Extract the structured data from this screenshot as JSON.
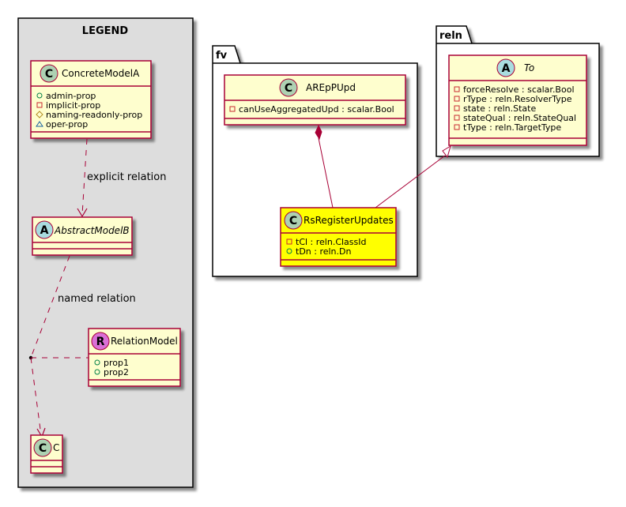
{
  "colors": {
    "class_fill": "#FEFECE",
    "class_border": "#A80036",
    "highlight_fill": "#FFFF00",
    "legend_fill": "#DDDDDD",
    "circle_class": "#ADD1B2",
    "circle_abstract": "#A9DCDF",
    "circle_relation": "#DA70D6",
    "vis_public": "#038048",
    "vis_private": "#C82930",
    "vis_protected": "#B38D22",
    "vis_package": "#1963A0"
  },
  "legend": {
    "title": "LEGEND",
    "classes": {
      "concrete": {
        "stereotype": "C",
        "name": "ConcreteModelA",
        "attributes": [
          {
            "visibility": "public",
            "text": "admin-prop"
          },
          {
            "visibility": "private",
            "text": "implicit-prop"
          },
          {
            "visibility": "protected",
            "text": "naming-readonly-prop"
          },
          {
            "visibility": "package",
            "text": "oper-prop"
          }
        ]
      },
      "abstract": {
        "stereotype": "A",
        "name": "AbstractModelB",
        "attributes": []
      },
      "relation": {
        "stereotype": "R",
        "name": "RelationModel",
        "attributes": [
          {
            "visibility": "public",
            "text": "prop1"
          },
          {
            "visibility": "public",
            "text": "prop2"
          }
        ]
      },
      "c": {
        "stereotype": "C",
        "name": "C",
        "attributes": []
      }
    },
    "edges": {
      "explicit": "explicit relation",
      "named": "named relation"
    }
  },
  "packages": {
    "fv": {
      "title": "fv",
      "classes": {
        "areppupd": {
          "stereotype": "C",
          "name": "AREpPUpd",
          "attributes": [
            {
              "visibility": "private",
              "text": "canUseAggregatedUpd : scalar.Bool"
            }
          ]
        },
        "rsregister": {
          "stereotype": "C",
          "name": "RsRegisterUpdates",
          "attributes": [
            {
              "visibility": "private",
              "text": "tCl : reln.ClassId"
            },
            {
              "visibility": "public",
              "text": "tDn : reln.Dn"
            }
          ]
        }
      }
    },
    "reln": {
      "title": "reln",
      "classes": {
        "to": {
          "stereotype": "A",
          "name": "To",
          "attributes": [
            {
              "visibility": "private",
              "text": "forceResolve : scalar.Bool"
            },
            {
              "visibility": "private",
              "text": "rType : reln.ResolverType"
            },
            {
              "visibility": "private",
              "text": "state : reln.State"
            },
            {
              "visibility": "private",
              "text": "stateQual : reln.StateQual"
            },
            {
              "visibility": "private",
              "text": "tType : reln.TargetType"
            }
          ]
        }
      }
    }
  }
}
